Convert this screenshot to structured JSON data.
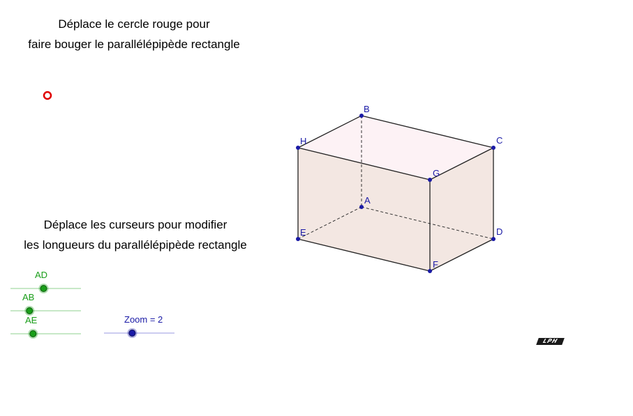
{
  "instructions": {
    "top": [
      "Déplace le cercle rouge pour",
      "faire bouger le parallélépipède rectangle"
    ],
    "bottom": [
      "Déplace les curseurs pour modifier",
      "les longueurs du parallélépipède rectangle"
    ]
  },
  "vertices": {
    "A": "A",
    "B": "B",
    "C": "C",
    "D": "D",
    "E": "E",
    "F": "F",
    "G": "G",
    "H": "H"
  },
  "sliders": {
    "ad": {
      "label": "AD",
      "value_fraction": 0.47
    },
    "ab": {
      "label": "AB",
      "value_fraction": 0.27
    },
    "ae": {
      "label": "AE",
      "value_fraction": 0.32
    },
    "zoom": {
      "label": "Zoom = 2",
      "value_fraction": 0.4
    }
  },
  "logo": {
    "text": "LPH"
  },
  "colors": {
    "slider_green": "#1a9e1a",
    "slider_blue": "#1a1aa6",
    "control_red": "#e00000",
    "face_fill": "#f3e7e2",
    "top_face_fill": "#fdf2f5",
    "vertex_blue": "#1a1aa6"
  }
}
